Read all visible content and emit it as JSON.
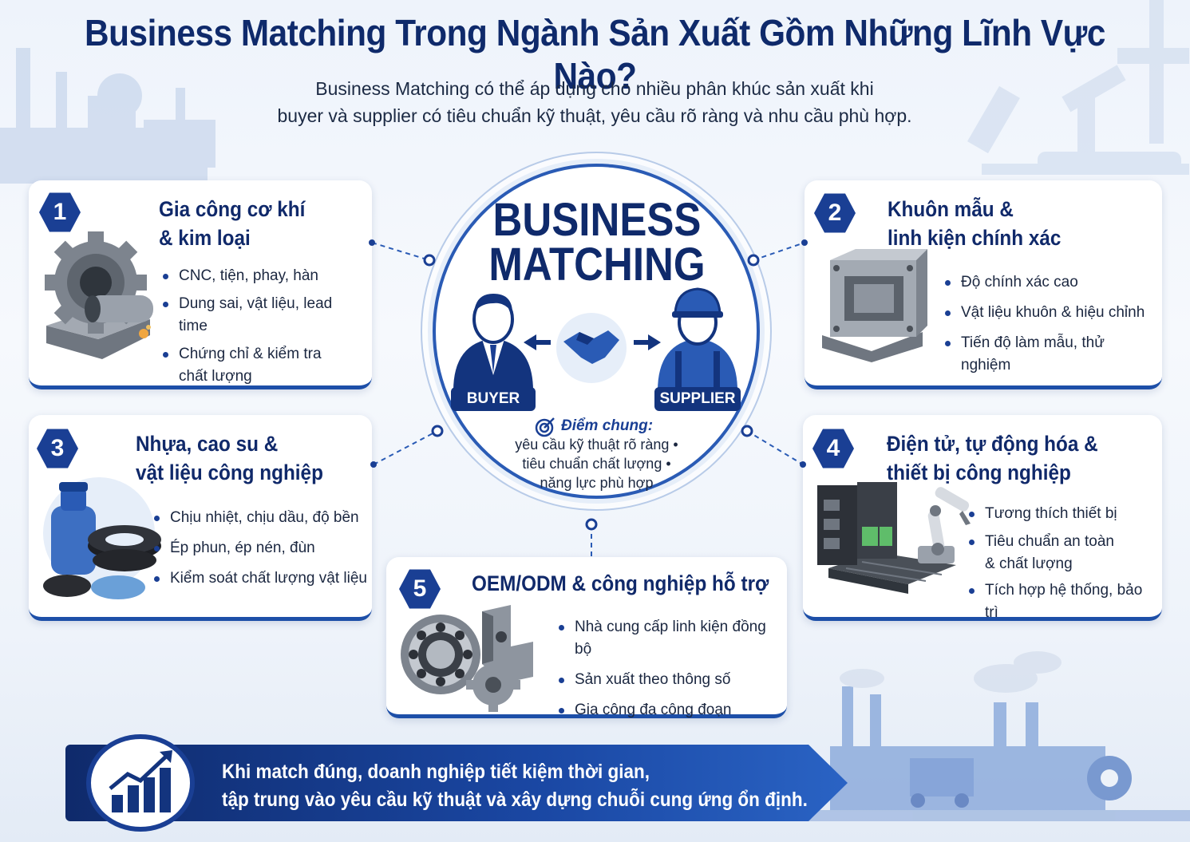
{
  "title": "Business Matching Trong Ngành Sản Xuất Gồm Những Lĩnh Vực Nào?",
  "subtitle": {
    "line1": "Business Matching có thể áp dụng cho nhiều phân khúc sản xuất khi",
    "line2": "buyer và supplier có tiêu chuẩn kỹ thuật, yêu cầu rõ ràng và nhu cầu phù hợp."
  },
  "center": {
    "title_line1": "BUSINESS",
    "title_line2": "MATCHING",
    "buyer_label": "BUYER",
    "supplier_label": "SUPPLIER",
    "common_heading": "Điểm chung:",
    "common_lines": [
      "yêu cầu kỹ thuật rõ ràng •",
      "tiêu chuẩn chất lượng •",
      "năng lực phù hợp"
    ]
  },
  "cards": [
    {
      "number": "1",
      "title_lines": [
        "Gia công cơ khí",
        "& kim loại"
      ],
      "bullets": [
        "CNC, tiện, phay, hàn",
        "Dung sai, vật liệu, lead time",
        "Chứng chỉ & kiểm tra chất lượng"
      ]
    },
    {
      "number": "2",
      "title_lines": [
        "Khuôn mẫu &",
        "linh kiện chính xác"
      ],
      "bullets": [
        "Độ chính xác cao",
        "Vật liệu khuôn & hiệu chỉnh",
        "Tiến độ làm mẫu, thử nghiệm"
      ]
    },
    {
      "number": "3",
      "title_lines": [
        "Nhựa, cao su &",
        "vật liệu công nghiệp"
      ],
      "bullets": [
        "Chịu nhiệt, chịu dầu, độ bền",
        "Ép phun, ép nén, đùn",
        "Kiểm soát chất lượng vật liệu"
      ]
    },
    {
      "number": "4",
      "title_lines": [
        "Điện tử, tự động hóa &",
        "thiết bị công nghiệp"
      ],
      "bullets": [
        "Tương thích thiết bị",
        "Tiêu chuẩn an toàn & chất lượng",
        "Tích hợp hệ thống, bảo trì"
      ]
    },
    {
      "number": "5",
      "title_lines": [
        "OEM/ODM & công nghiệp hỗ trợ"
      ],
      "bullets": [
        "Nhà cung cấp linh kiện đồng bộ",
        "Sản xuất theo thông số",
        "Gia công đa công đoạn"
      ]
    }
  ],
  "footer": {
    "line1": "Khi match đúng, doanh nghiệp tiết kiệm thời gian,",
    "line2": "tập trung vào yêu cầu kỹ thuật và xây dựng chuỗi cung ứng ổn định."
  },
  "colors": {
    "navy": "#0f2a6b",
    "accent_blue": "#1a3f94",
    "light_blue": "#e6eef9"
  },
  "icons": {
    "buyer": "businessman-icon",
    "supplier": "worker-helmet-icon",
    "handshake": "handshake-icon",
    "target": "target-icon",
    "growth": "growth-chart-icon",
    "gear": "gear-icon"
  }
}
